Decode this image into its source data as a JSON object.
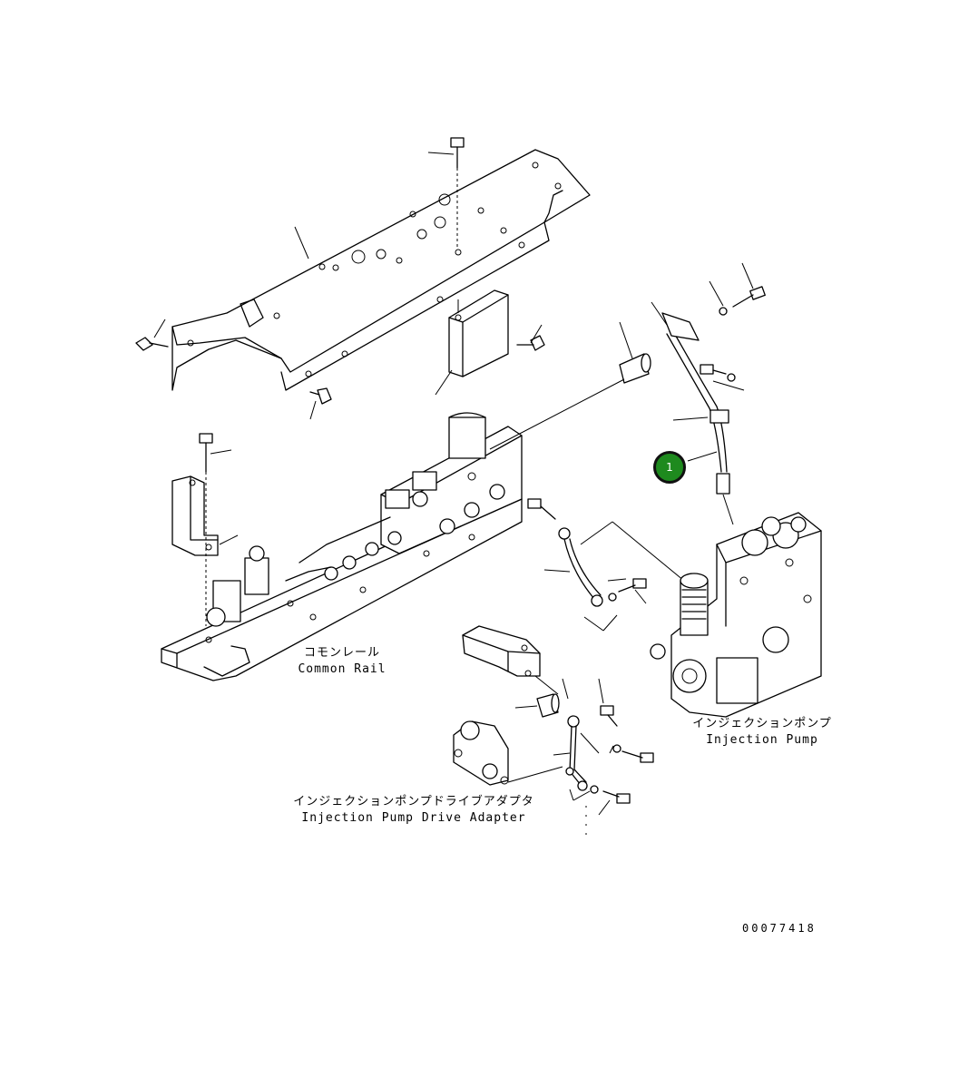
{
  "callouts": [
    {
      "number": "1",
      "color": "#1e8a1e"
    }
  ],
  "labels": {
    "common_rail_ja": "コモンレール",
    "common_rail_en": "Common Rail",
    "injection_pump_ja": "インジェクションポンプ",
    "injection_pump_en": "Injection Pump",
    "drive_adapter_ja": "インジェクションポンプドライブアダプタ",
    "drive_adapter_en": "Injection Pump Drive Adapter"
  },
  "drawing_number": "00077418"
}
